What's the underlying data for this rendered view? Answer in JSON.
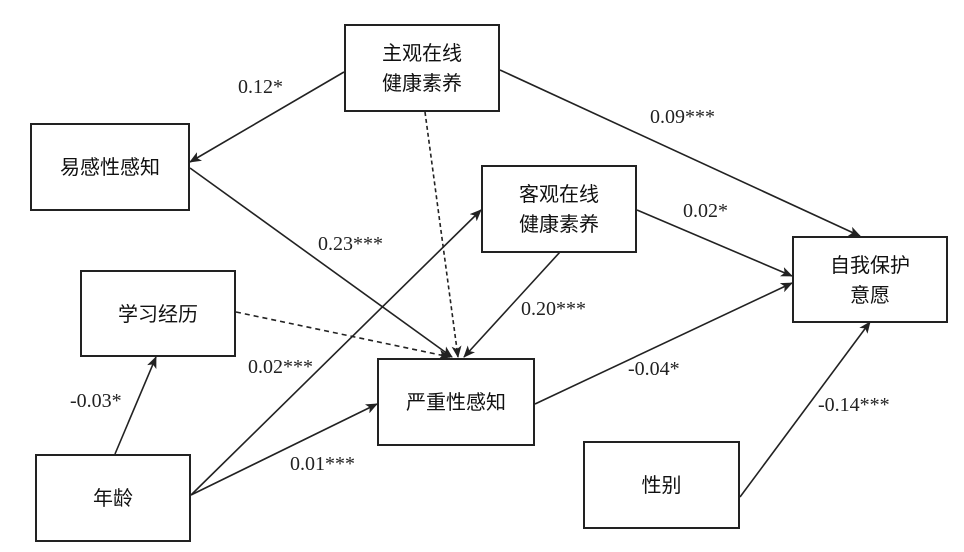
{
  "nodes": {
    "subjective": "主观在线\n健康素养",
    "susceptibility": "易感性感知",
    "objective": "客观在线\n健康素养",
    "intention": "自我保护\n意愿",
    "learning": "学习经历",
    "severity": "严重性感知",
    "age": "年龄",
    "gender": "性别"
  },
  "edges": {
    "subjective_susceptibility": "0.12*",
    "subjective_intention": "0.09***",
    "susceptibility_severity": "0.23***",
    "objective_intention": "0.02*",
    "objective_severity": "0.20***",
    "age_objective": "0.02***",
    "age_severity": "0.01***",
    "age_learning": "-0.03*",
    "severity_intention": "-0.04*",
    "gender_intention": "-0.14***"
  }
}
